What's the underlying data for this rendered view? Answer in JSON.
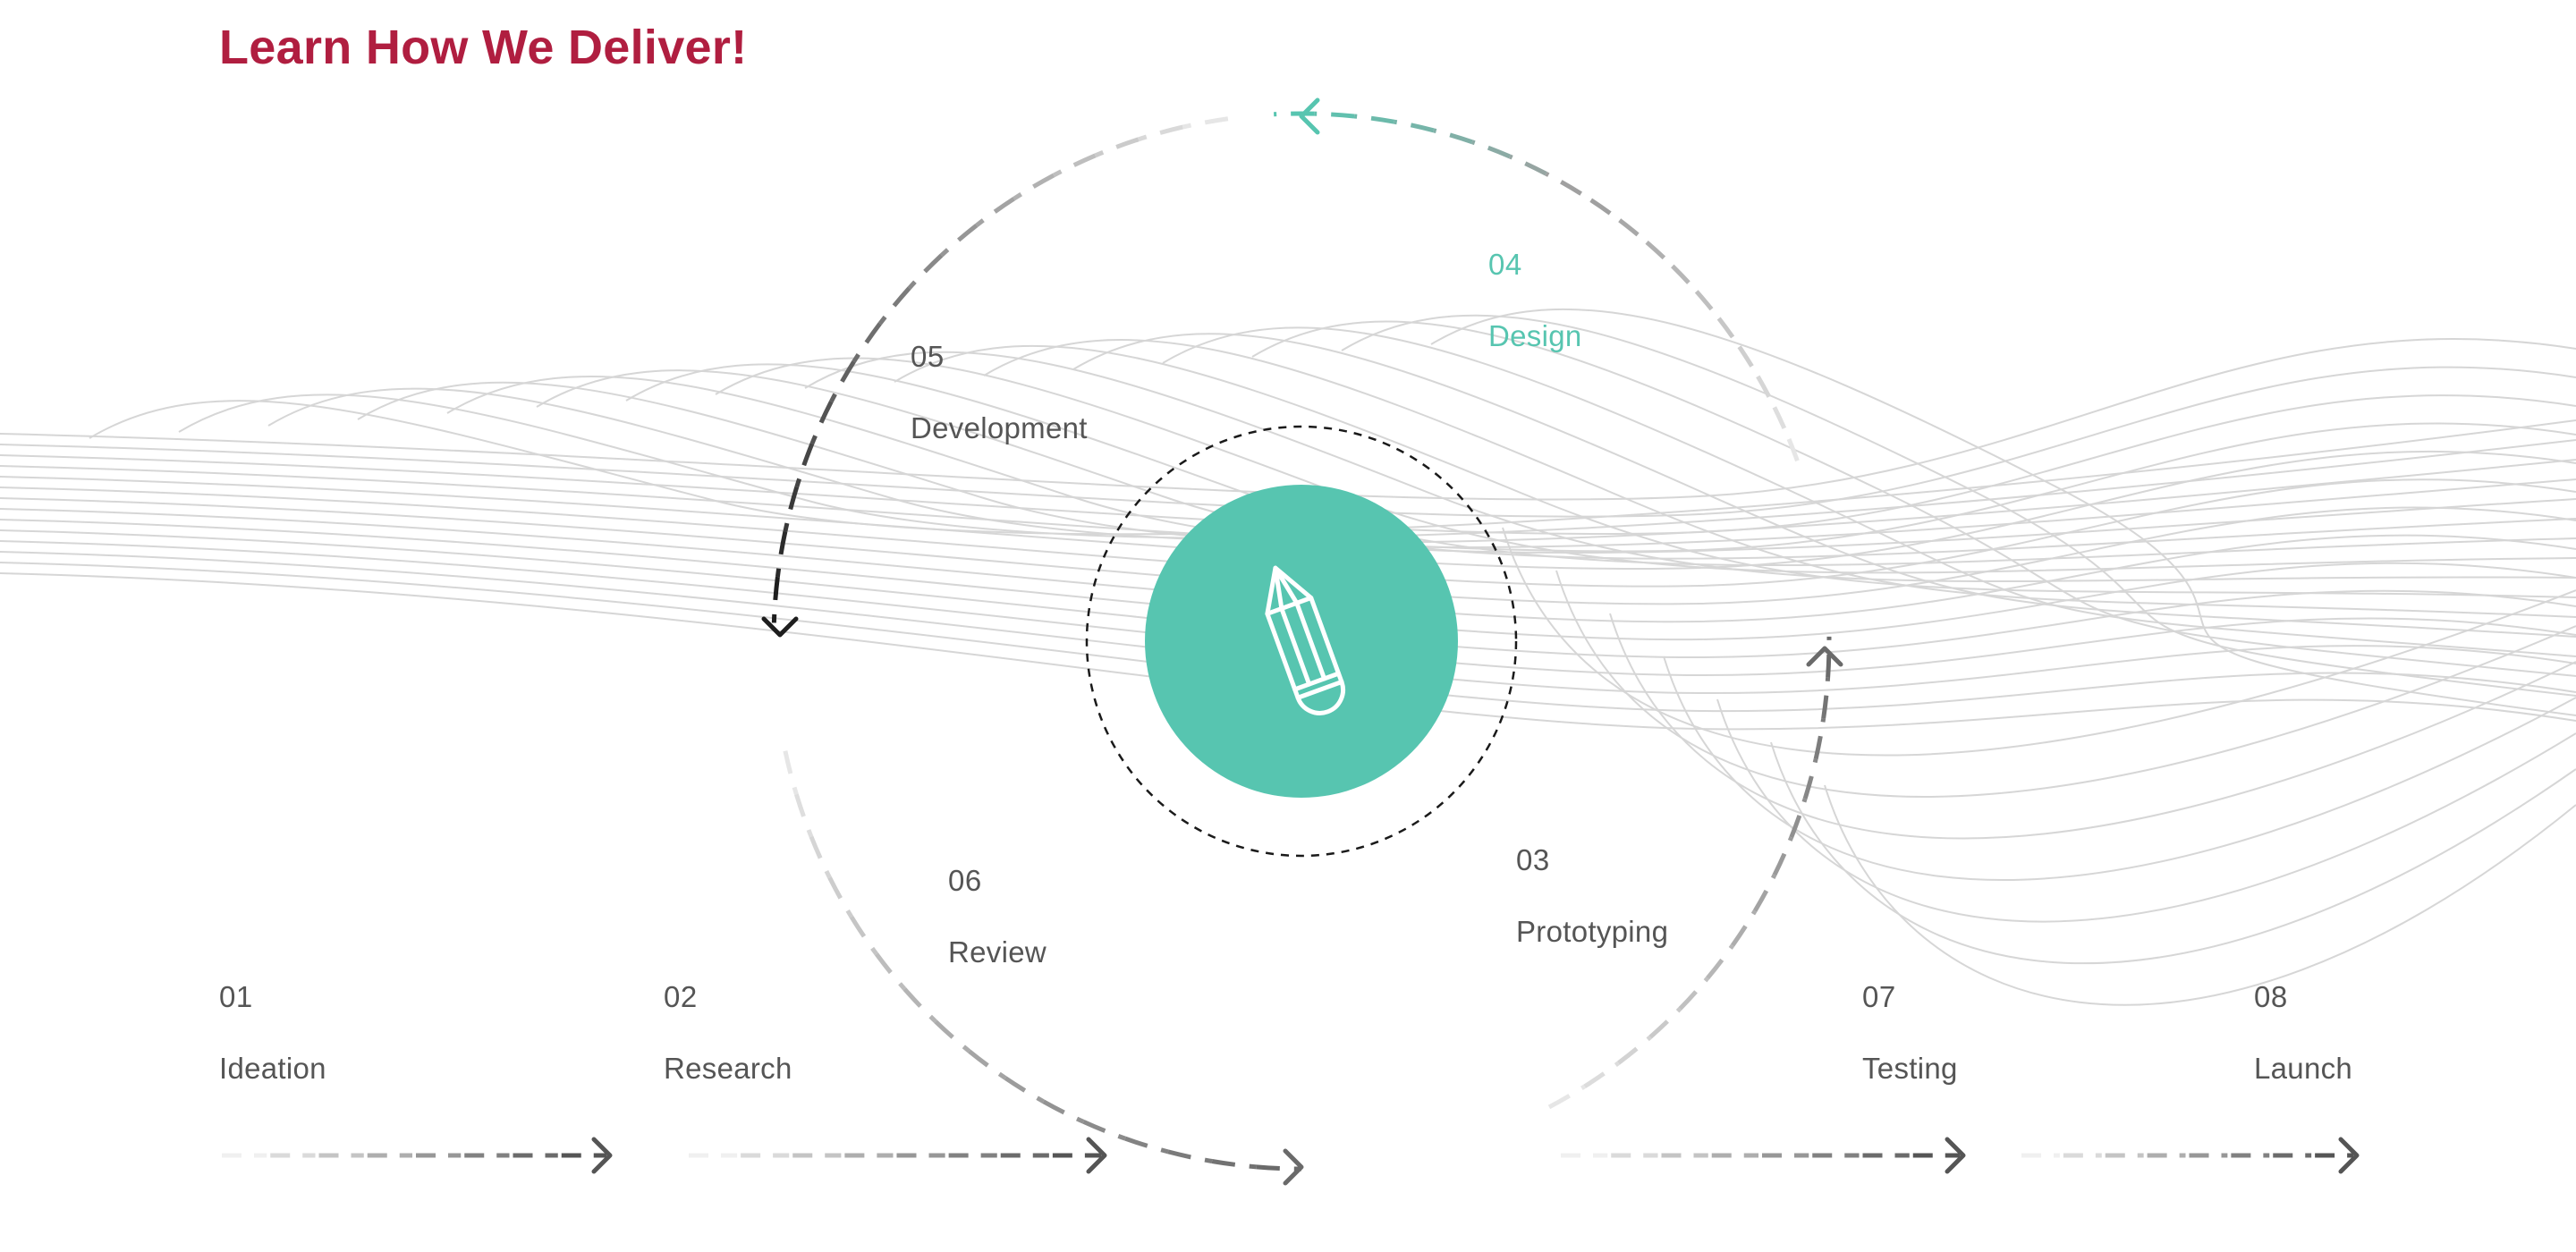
{
  "page": {
    "title": "Learn How We Deliver!"
  },
  "colors": {
    "title": "#b01e40",
    "accent": "#57c5b0",
    "text": "#555555",
    "wave": "#d6d6d6",
    "dash_dark": "#1e1e1e",
    "dash_mid": "#6a6a6a",
    "dash_light": "#e6e6e6",
    "icon_stroke": "#ffffff"
  },
  "center": {
    "icon": "pencil-icon"
  },
  "steps": [
    {
      "id": "01",
      "number": "01",
      "label": "Ideation",
      "active": false
    },
    {
      "id": "02",
      "number": "02",
      "label": "Research",
      "active": false
    },
    {
      "id": "03",
      "number": "03",
      "label": "Prototyping",
      "active": false
    },
    {
      "id": "04",
      "number": "04",
      "label": "Design",
      "active": true
    },
    {
      "id": "05",
      "number": "05",
      "label": "Development",
      "active": false
    },
    {
      "id": "06",
      "number": "06",
      "label": "Review",
      "active": false
    },
    {
      "id": "07",
      "number": "07",
      "label": "Testing",
      "active": false
    },
    {
      "id": "08",
      "number": "08",
      "label": "Launch",
      "active": false
    }
  ]
}
